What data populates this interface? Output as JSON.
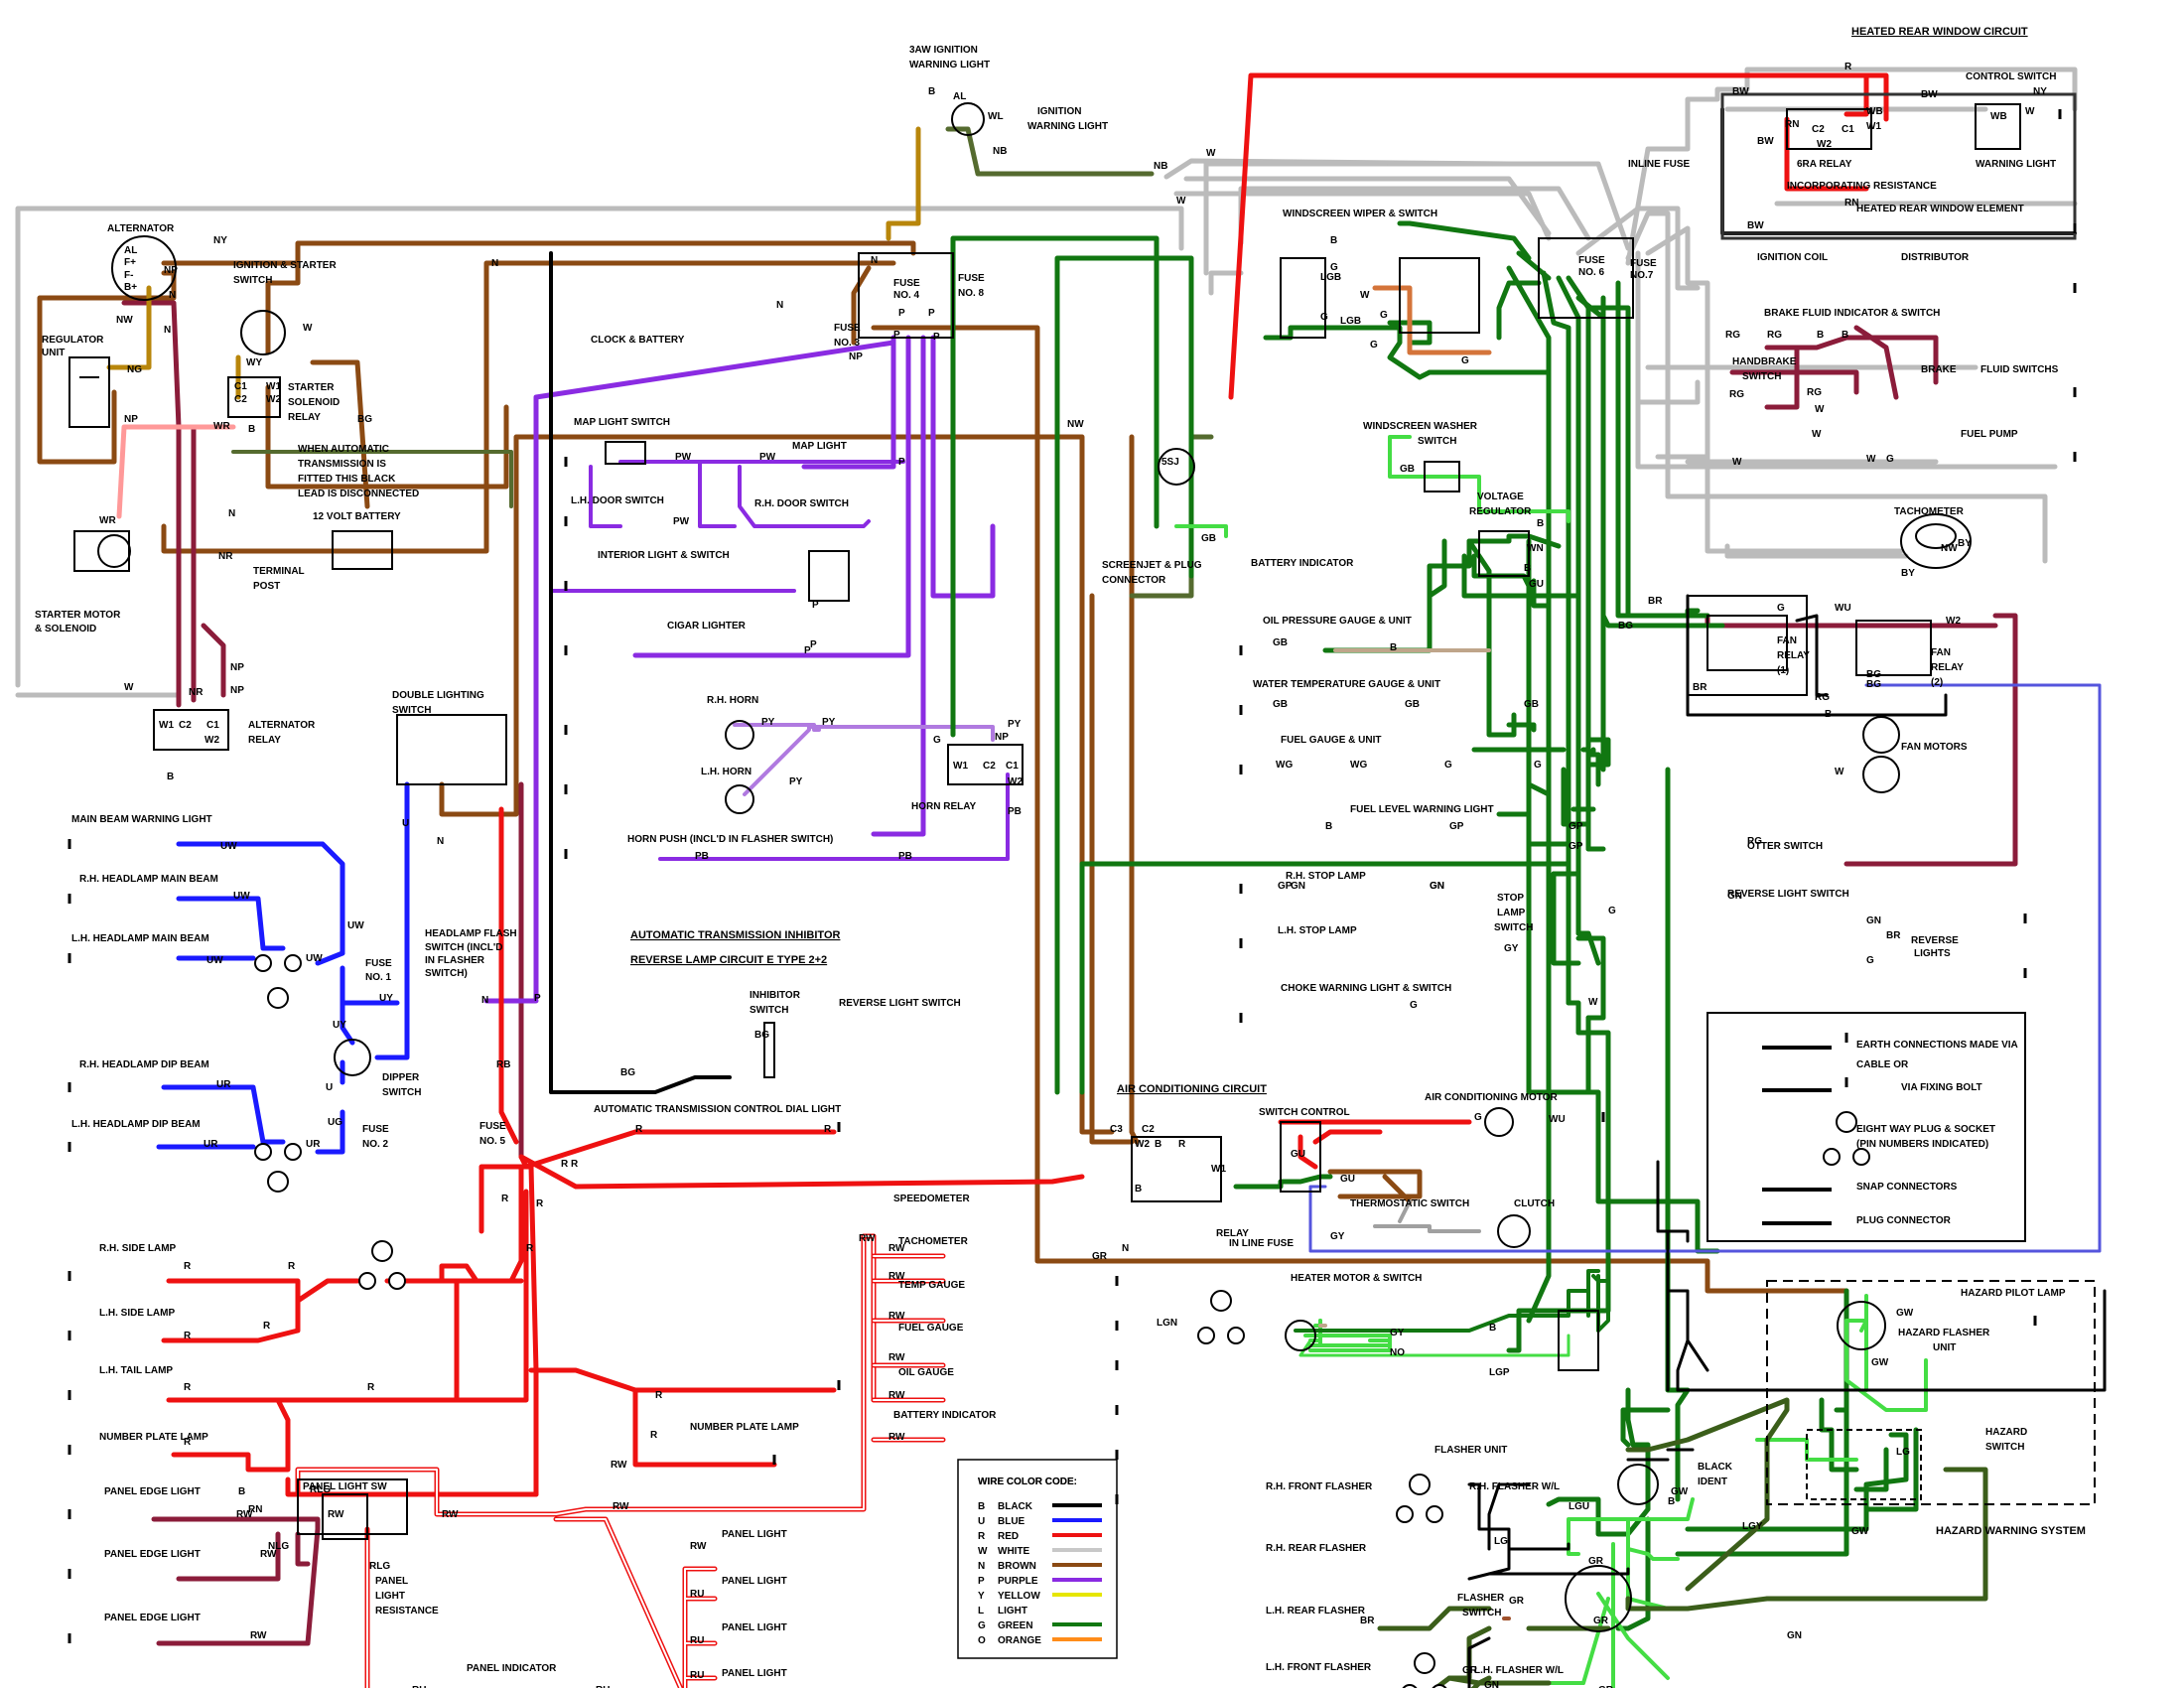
{
  "wire_colors": {
    "black": "#000000",
    "blue": "#1a1aff",
    "red": "#ee1111",
    "white": "#bbbbbb",
    "brown": "#8b4a13",
    "purple": "#8a2be2",
    "yellow": "#e6e600",
    "light_green": "#33dd33",
    "green": "#117711",
    "orange": "#ff8c1a",
    "tan": "#b8860b",
    "maroon": "#8b1c3a",
    "pink": "#ff8899",
    "lt_blue": "#5555dd",
    "olive": "#556b2f",
    "grey": "#999999"
  },
  "headings": {
    "heated_rear_window": "HEATED REAR WINDOW CIRCUIT",
    "auto_inhibitor_1": "AUTOMATIC TRANSMISSION INHIBITOR",
    "auto_inhibitor_2": "REVERSE LAMP CIRCUIT  E TYPE 2+2",
    "air_con": "AIR CONDITIONING CIRCUIT",
    "hazard_system": "HAZARD WARNING SYSTEM"
  },
  "labels": [
    {
      "id": "l1",
      "text": "3AW IGNITION"
    },
    {
      "id": "l2",
      "text": "WARNING LIGHT"
    },
    {
      "id": "l3",
      "text": "IGNITION"
    },
    {
      "id": "l4",
      "text": "WARNING LIGHT"
    },
    {
      "id": "l5",
      "text": "INLINE FUSE"
    },
    {
      "id": "l6",
      "text": "CONTROL SWITCH"
    },
    {
      "id": "l7",
      "text": "6RA RELAY"
    },
    {
      "id": "l8",
      "text": "WARNING LIGHT"
    },
    {
      "id": "l9",
      "text": "INCORPORATING RESISTANCE"
    },
    {
      "id": "l10",
      "text": "HEATED REAR WINDOW ELEMENT"
    },
    {
      "id": "l11",
      "text": "ALTERNATOR"
    },
    {
      "id": "l12",
      "text": "IGNITION  &  STARTER"
    },
    {
      "id": "l13",
      "text": "SWITCH"
    },
    {
      "id": "l14",
      "text": "REGULATOR"
    },
    {
      "id": "l15",
      "text": "UNIT"
    },
    {
      "id": "l16",
      "text": "STARTER"
    },
    {
      "id": "l17",
      "text": "SOLENOID"
    },
    {
      "id": "l18",
      "text": "RELAY"
    },
    {
      "id": "l19",
      "text": "WHEN AUTOMATIC"
    },
    {
      "id": "l20",
      "text": "TRANSMISSION IS"
    },
    {
      "id": "l21",
      "text": "FITTED THIS BLACK"
    },
    {
      "id": "l22",
      "text": "LEAD IS DISCONNECTED"
    },
    {
      "id": "l23",
      "text": "12 VOLT BATTERY"
    },
    {
      "id": "l24",
      "text": "TERMINAL"
    },
    {
      "id": "l25",
      "text": "POST"
    },
    {
      "id": "l26",
      "text": "STARTER MOTOR"
    },
    {
      "id": "l27",
      "text": "& SOLENOID"
    },
    {
      "id": "l28",
      "text": "ALTERNATOR"
    },
    {
      "id": "l29",
      "text": "RELAY"
    },
    {
      "id": "l30",
      "text": "FUSE"
    },
    {
      "id": "l31",
      "text": "NO. 3"
    },
    {
      "id": "l32",
      "text": "FUSE"
    },
    {
      "id": "l33",
      "text": "NO. 4"
    },
    {
      "id": "l34",
      "text": "FUSE"
    },
    {
      "id": "l35",
      "text": "NO. 8"
    },
    {
      "id": "l36",
      "text": "CLOCK & BATTERY"
    },
    {
      "id": "l37",
      "text": "MAP LIGHT SWITCH"
    },
    {
      "id": "l38",
      "text": "MAP LIGHT"
    },
    {
      "id": "l39",
      "text": "L.H. DOOR SWITCH"
    },
    {
      "id": "l40",
      "text": "R.H. DOOR SWITCH"
    },
    {
      "id": "l41",
      "text": "INTERIOR LIGHT & SWITCH"
    },
    {
      "id": "l42",
      "text": "CIGAR LIGHTER"
    },
    {
      "id": "l43",
      "text": "R.H. HORN"
    },
    {
      "id": "l44",
      "text": "L.H. HORN"
    },
    {
      "id": "l45",
      "text": "HORN RELAY"
    },
    {
      "id": "l46",
      "text": "HORN PUSH (INCL'D IN FLASHER SWITCH)"
    },
    {
      "id": "l47",
      "text": "DOUBLE LIGHTING"
    },
    {
      "id": "l48",
      "text": "SWITCH"
    },
    {
      "id": "l49",
      "text": "MAIN BEAM WARNING LIGHT"
    },
    {
      "id": "l50",
      "text": "R.H. HEADLAMP MAIN BEAM"
    },
    {
      "id": "l51",
      "text": "L.H. HEADLAMP MAIN BEAM"
    },
    {
      "id": "l52",
      "text": "FUSE"
    },
    {
      "id": "l53",
      "text": "NO. 1"
    },
    {
      "id": "l54",
      "text": "HEADLAMP FLASH"
    },
    {
      "id": "l55",
      "text": "SWITCH (INCL'D"
    },
    {
      "id": "l56",
      "text": "IN FLASHER"
    },
    {
      "id": "l57",
      "text": "SWITCH)"
    },
    {
      "id": "l58",
      "text": "R.H. HEADLAMP DIP BEAM"
    },
    {
      "id": "l59",
      "text": "L.H. HEADLAMP DIP BEAM"
    },
    {
      "id": "l60",
      "text": "DIPPER"
    },
    {
      "id": "l61",
      "text": "SWITCH"
    },
    {
      "id": "l62",
      "text": "FUSE"
    },
    {
      "id": "l63",
      "text": "NO. 2"
    },
    {
      "id": "l64",
      "text": "INHIBITOR"
    },
    {
      "id": "l65",
      "text": "SWITCH"
    },
    {
      "id": "l66",
      "text": "REVERSE LIGHT SWITCH"
    },
    {
      "id": "l67",
      "text": "AUTOMATIC TRANSMISSION CONTROL DIAL LIGHT"
    },
    {
      "id": "l68",
      "text": "FUSE"
    },
    {
      "id": "l69",
      "text": "NO. 5"
    },
    {
      "id": "l70",
      "text": "R.H. SIDE LAMP"
    },
    {
      "id": "l71",
      "text": "L.H. SIDE LAMP"
    },
    {
      "id": "l72",
      "text": "L.H. TAIL LAMP"
    },
    {
      "id": "l73",
      "text": "NUMBER PLATE LAMP"
    },
    {
      "id": "l74",
      "text": "NUMBER PLATE LAMP"
    },
    {
      "id": "l75",
      "text": "PANEL LIGHT SW"
    },
    {
      "id": "l76",
      "text": "PANEL EDGE LIGHT"
    },
    {
      "id": "l77",
      "text": "PANEL EDGE LIGHT"
    },
    {
      "id": "l78",
      "text": "PANEL EDGE LIGHT"
    },
    {
      "id": "l79",
      "text": "PANEL"
    },
    {
      "id": "l80",
      "text": "LIGHT"
    },
    {
      "id": "l81",
      "text": "RESISTANCE"
    },
    {
      "id": "l82",
      "text": "PANEL INDICATOR"
    },
    {
      "id": "l83",
      "text": "SPEEDOMETER"
    },
    {
      "id": "l84",
      "text": "TACHOMETER"
    },
    {
      "id": "l85",
      "text": "TEMP GAUGE"
    },
    {
      "id": "l86",
      "text": "FUEL GAUGE"
    },
    {
      "id": "l87",
      "text": "OIL GAUGE"
    },
    {
      "id": "l88",
      "text": "BATTERY INDICATOR"
    },
    {
      "id": "l89",
      "text": "PANEL LIGHT"
    },
    {
      "id": "l90",
      "text": "PANEL LIGHT"
    },
    {
      "id": "l91",
      "text": "PANEL LIGHT"
    },
    {
      "id": "l92",
      "text": "PANEL LIGHT"
    },
    {
      "id": "l93",
      "text": "WIRE COLOR CODE:"
    },
    {
      "id": "l94",
      "text": "WINDSCREEN WIPER & SWITCH"
    },
    {
      "id": "l95",
      "text": "FUSE"
    },
    {
      "id": "l96",
      "text": "NO. 6"
    },
    {
      "id": "l97",
      "text": "FUSE"
    },
    {
      "id": "l98",
      "text": "NO.7"
    },
    {
      "id": "l99",
      "text": "IGNITION COIL"
    },
    {
      "id": "l100",
      "text": "DISTRIBUTOR"
    },
    {
      "id": "l101",
      "text": "BRAKE FLUID INDICATOR & SWITCH"
    },
    {
      "id": "l102",
      "text": "HANDBRAKE"
    },
    {
      "id": "l103",
      "text": "SWITCH"
    },
    {
      "id": "l104",
      "text": "BRAKE"
    },
    {
      "id": "l105",
      "text": "FLUID SWITCHS"
    },
    {
      "id": "l106",
      "text": "FUEL PUMP"
    },
    {
      "id": "l107",
      "text": "WINDSCREEN WASHER"
    },
    {
      "id": "l108",
      "text": "SWITCH"
    },
    {
      "id": "l109",
      "text": "5SJ"
    },
    {
      "id": "l110",
      "text": "SCREENJET & PLUG"
    },
    {
      "id": "l111",
      "text": "CONNECTOR"
    },
    {
      "id": "l112",
      "text": "VOLTAGE"
    },
    {
      "id": "l113",
      "text": "REGULATOR"
    },
    {
      "id": "l114",
      "text": "TACHOMETER"
    },
    {
      "id": "l115",
      "text": "BATTERY INDICATOR"
    },
    {
      "id": "l116",
      "text": "OIL PRESSURE GAUGE & UNIT"
    },
    {
      "id": "l117",
      "text": "WATER TEMPERATURE GAUGE & UNIT"
    },
    {
      "id": "l118",
      "text": "FUEL GAUGE & UNIT"
    },
    {
      "id": "l119",
      "text": "FUEL LEVEL WARNING LIGHT"
    },
    {
      "id": "l120",
      "text": "FAN"
    },
    {
      "id": "l121",
      "text": "RELAY"
    },
    {
      "id": "l122",
      "text": "(1)"
    },
    {
      "id": "l123",
      "text": "FAN"
    },
    {
      "id": "l124",
      "text": "RELAY"
    },
    {
      "id": "l125",
      "text": "(2)"
    },
    {
      "id": "l126",
      "text": "FAN MOTORS"
    },
    {
      "id": "l127",
      "text": "OTTER SWITCH"
    },
    {
      "id": "l128",
      "text": "R.H. STOP LAMP"
    },
    {
      "id": "l129",
      "text": "L.H. STOP LAMP"
    },
    {
      "id": "l130",
      "text": "STOP"
    },
    {
      "id": "l131",
      "text": "LAMP"
    },
    {
      "id": "l132",
      "text": "SWITCH"
    },
    {
      "id": "l133",
      "text": "REVERSE LIGHT SWITCH"
    },
    {
      "id": "l134",
      "text": "REVERSE"
    },
    {
      "id": "l135",
      "text": "LIGHTS"
    },
    {
      "id": "l136",
      "text": "CHOKE WARNING LIGHT & SWITCH"
    },
    {
      "id": "l137",
      "text": "EARTH CONNECTIONS MADE VIA"
    },
    {
      "id": "l138",
      "text": "CABLE OR"
    },
    {
      "id": "l139",
      "text": "VIA FIXING BOLT"
    },
    {
      "id": "l140",
      "text": "EIGHT WAY PLUG & SOCKET"
    },
    {
      "id": "l141",
      "text": "(PIN NUMBERS INDICATED)"
    },
    {
      "id": "l142",
      "text": "SNAP CONNECTORS"
    },
    {
      "id": "l143",
      "text": "PLUG CONNECTOR"
    },
    {
      "id": "l144",
      "text": "SWITCH CONTROL"
    },
    {
      "id": "l145",
      "text": "AIR CONDITIONING MOTOR"
    },
    {
      "id": "l146",
      "text": "THERMOSTATIC SWITCH"
    },
    {
      "id": "l147",
      "text": "CLUTCH"
    },
    {
      "id": "l148",
      "text": "RELAY"
    },
    {
      "id": "l149",
      "text": "IN LINE FUSE"
    },
    {
      "id": "l150",
      "text": "HEATER MOTOR & SWITCH"
    },
    {
      "id": "l151",
      "text": "HAZARD PILOT LAMP"
    },
    {
      "id": "l152",
      "text": "HAZARD FLASHER"
    },
    {
      "id": "l153",
      "text": "UNIT"
    },
    {
      "id": "l154",
      "text": "HAZARD"
    },
    {
      "id": "l155",
      "text": "SWITCH"
    },
    {
      "id": "l156",
      "text": "FLASHER UNIT"
    },
    {
      "id": "l157",
      "text": "BLACK"
    },
    {
      "id": "l158",
      "text": "IDENT"
    },
    {
      "id": "l159",
      "text": "R.H. FRONT FLASHER"
    },
    {
      "id": "l160",
      "text": "R.H. FLASHER W/L"
    },
    {
      "id": "l161",
      "text": "R.H. REAR FLASHER"
    },
    {
      "id": "l162",
      "text": "FLASHER"
    },
    {
      "id": "l163",
      "text": "SWITCH"
    },
    {
      "id": "l164",
      "text": "L.H. REAR FLASHER"
    },
    {
      "id": "l165",
      "text": "L.H. FRONT FLASHER"
    },
    {
      "id": "l166",
      "text": "L.H. FLASHER W/L"
    }
  ],
  "legend": [
    {
      "code": "B",
      "name": "BLACK",
      "color": "#000000"
    },
    {
      "code": "U",
      "name": "BLUE",
      "color": "#1a1aff"
    },
    {
      "code": "R",
      "name": "RED",
      "color": "#ee1111"
    },
    {
      "code": "W",
      "name": "WHITE",
      "color": "#c8c8c8"
    },
    {
      "code": "N",
      "name": "BROWN",
      "color": "#8b4a13"
    },
    {
      "code": "P",
      "name": "PURPLE",
      "color": "#8a2be2"
    },
    {
      "code": "Y",
      "name": "YELLOW",
      "color": "#e6e600"
    },
    {
      "code": "L",
      "name": "LIGHT",
      "color": "#ffffff"
    },
    {
      "code": "G",
      "name": "GREEN",
      "color": "#117711"
    },
    {
      "code": "O",
      "name": "ORANGE",
      "color": "#ff8c1a"
    }
  ],
  "wire_codes": [
    "R",
    "BW",
    "BW",
    "RN",
    "C2",
    "C1",
    "W1",
    "WB",
    "W2",
    "BW",
    "RN",
    "BW",
    "WB",
    "W",
    "NY",
    "B",
    "AL",
    "WL",
    "NB",
    "NB",
    "W",
    "W",
    "NY",
    "AL",
    "F+",
    "F-",
    "B+",
    "NP",
    "NW",
    "N",
    "N",
    "NG",
    "NP",
    "W",
    "WY",
    "C1",
    "C2",
    "W1",
    "W2",
    "B",
    "WR",
    "BG",
    "WR",
    "N",
    "NR",
    "NP",
    "NR",
    "NP",
    "W",
    "W1",
    "C2",
    "C1",
    "W2",
    "B",
    "N",
    "N",
    "N",
    "P",
    "P",
    "NP",
    "P",
    "P",
    "NW",
    "PW",
    "PW",
    "P",
    "PW",
    "P",
    "P",
    "P",
    "PY",
    "PY",
    "PY",
    "G",
    "NP",
    "PY",
    "W1",
    "C2",
    "C1",
    "W2",
    "PB",
    "PB",
    "PB",
    "U",
    "N",
    "UW",
    "UW",
    "UW",
    "UW",
    "UW",
    "UY",
    "UY",
    "N",
    "P",
    "U",
    "UG",
    "UR",
    "UR",
    "UR",
    "R",
    "R",
    "RB",
    "BG",
    "BG",
    "R",
    "R",
    "R",
    "R",
    "R",
    "R",
    "R",
    "R",
    "R",
    "R",
    "R",
    "R",
    "R",
    "R",
    "RW",
    "RW",
    "RW",
    "RW",
    "RW",
    "RW",
    "RW",
    "RW",
    "RW",
    "RW",
    "RW",
    "RW",
    "RU",
    "RU",
    "RU",
    "RU",
    "RU",
    "RN",
    "RW",
    "RW",
    "RW",
    "RLG",
    "NLG",
    "B",
    "RLG",
    "B",
    "G",
    "W",
    "G",
    "G",
    "LGB",
    "LGB",
    "G",
    "G",
    "GB",
    "GB",
    "B",
    "WN",
    "B",
    "GU",
    "GB",
    "B",
    "GB",
    "GB",
    "GB",
    "WG",
    "WG",
    "G",
    "G",
    "B",
    "GP",
    "GP",
    "GP",
    "GP",
    "GN",
    "GN",
    "GN",
    "GY",
    "G",
    "GN",
    "GN",
    "G",
    "W",
    "G",
    "BR",
    "BR",
    "BG",
    "G",
    "W2",
    "WU",
    "BG",
    "BG",
    "BR",
    "B",
    "W",
    "RG",
    "RG",
    "RG",
    "RG",
    "B",
    "B",
    "RG",
    "RG",
    "W",
    "W",
    "W",
    "W",
    "G",
    "NW",
    "BY",
    "BY",
    "C3",
    "C2",
    "W1",
    "W2",
    "B",
    "R",
    "B",
    "N",
    "G",
    "WU",
    "GU",
    "GU",
    "GY",
    "GY",
    "B",
    "NO",
    "LGP",
    "LGN",
    "GR",
    "GW",
    "GW",
    "LG",
    "GW",
    "LGY",
    "LGU",
    "LG",
    "GR",
    "GR",
    "GR",
    "GR",
    "BR",
    "GN",
    "GN",
    "GR",
    "GW",
    "B"
  ]
}
